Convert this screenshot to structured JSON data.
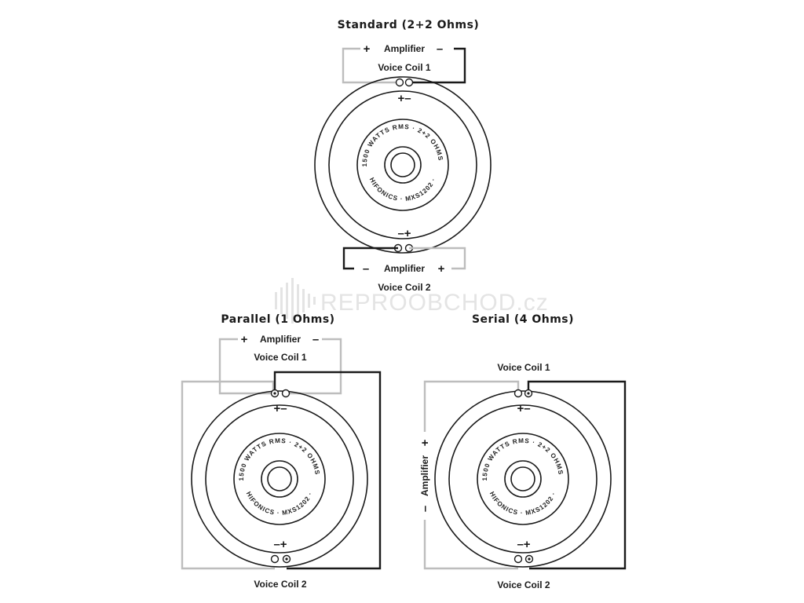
{
  "diagram": {
    "colors": {
      "negative_wire": "#1a1a1a",
      "positive_wire": "#bdbdbd",
      "ink": "#1a1a1a",
      "watermark": "#e4e4e4"
    },
    "watermark": "REPROOBCHOD.cz",
    "speaker_ring_text": {
      "top": "1500 WATTS RMS · 2+2 OHMS ·",
      "bottom": "HIFONICS · MXS1202 ·"
    },
    "standard": {
      "title": "Standard (2+2 Ohms)",
      "amp1": {
        "plus": "+",
        "label": "Amplifier",
        "minus": "–"
      },
      "amp2": {
        "minus": "–",
        "label": "Amplifier",
        "plus": "+"
      },
      "coil1_label": "Voice Coil 1",
      "coil2_label": "Voice Coil 2",
      "top_polarity": "+–",
      "bottom_polarity": "–+"
    },
    "parallel": {
      "title": "Parallel (1 Ohms)",
      "amp": {
        "plus": "+",
        "label": "Amplifier",
        "minus": "–"
      },
      "coil1_label": "Voice Coil 1",
      "coil2_label": "Voice Coil 2",
      "top_polarity": "+–",
      "bottom_polarity": "–+"
    },
    "serial": {
      "title": "Serial (4 Ohms)",
      "amp": {
        "label": "Amplifier",
        "plus": "+",
        "minus": "–"
      },
      "coil1_label": "Voice Coil 1",
      "coil2_label": "Voice Coil 2",
      "top_polarity": "+–",
      "bottom_polarity": "–+"
    }
  }
}
